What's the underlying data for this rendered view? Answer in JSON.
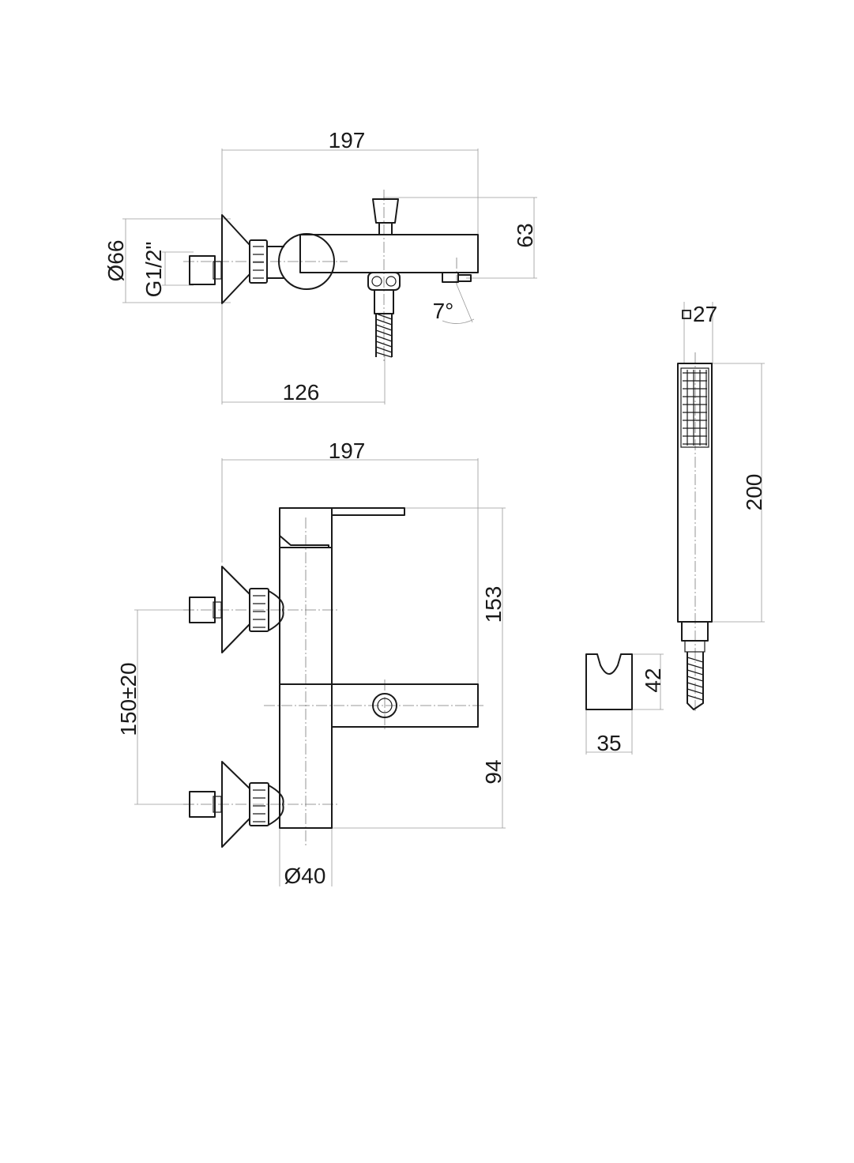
{
  "dimensions": {
    "top_width": "197",
    "top_height": "63",
    "flange_diameter": "Ø66",
    "thread": "G1/2\"",
    "angle": "7°",
    "offset": "126",
    "front_width": "197",
    "front_height": "153",
    "spout_height": "94",
    "inlet_spacing": "150±20",
    "body_diameter": "Ø40",
    "hand_shower_section": "27",
    "hand_shower_length": "200",
    "holder_height": "42",
    "holder_width": "35"
  },
  "colors": {
    "line": "#1a1a1a",
    "dimension": "#9a9a9a",
    "background": "#ffffff"
  }
}
